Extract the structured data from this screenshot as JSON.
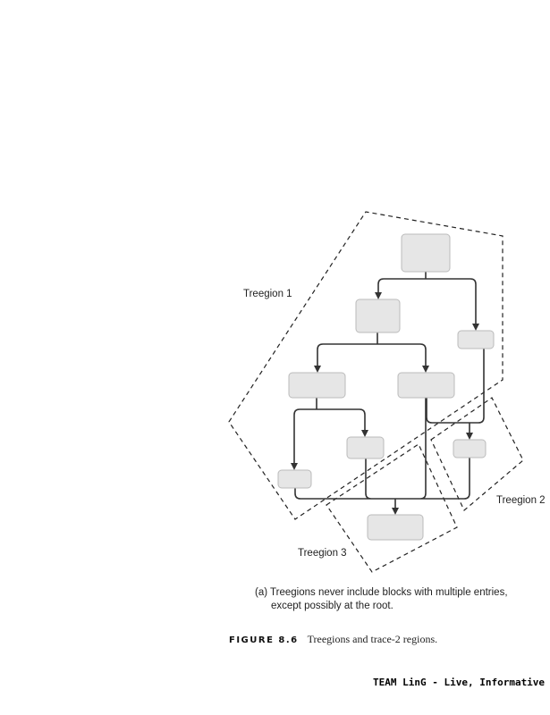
{
  "diagram": {
    "regions": [
      {
        "id": "treegion-1",
        "label": "Treegion 1"
      },
      {
        "id": "treegion-2",
        "label": "Treegion 2"
      },
      {
        "id": "treegion-3",
        "label": "Treegion 3"
      }
    ],
    "block_fill": "#e6e6e6",
    "block_stroke": "#bbbbbb"
  },
  "caption": {
    "line1": "(a) Treegions never include blocks with multiple entries,",
    "line2": "except possibly at the root."
  },
  "figure": {
    "number": "FIGURE 8.6",
    "title": "Treegions and trace-2 regions."
  },
  "footer": {
    "watermark": "TEAM LinG - Live, Informative"
  }
}
